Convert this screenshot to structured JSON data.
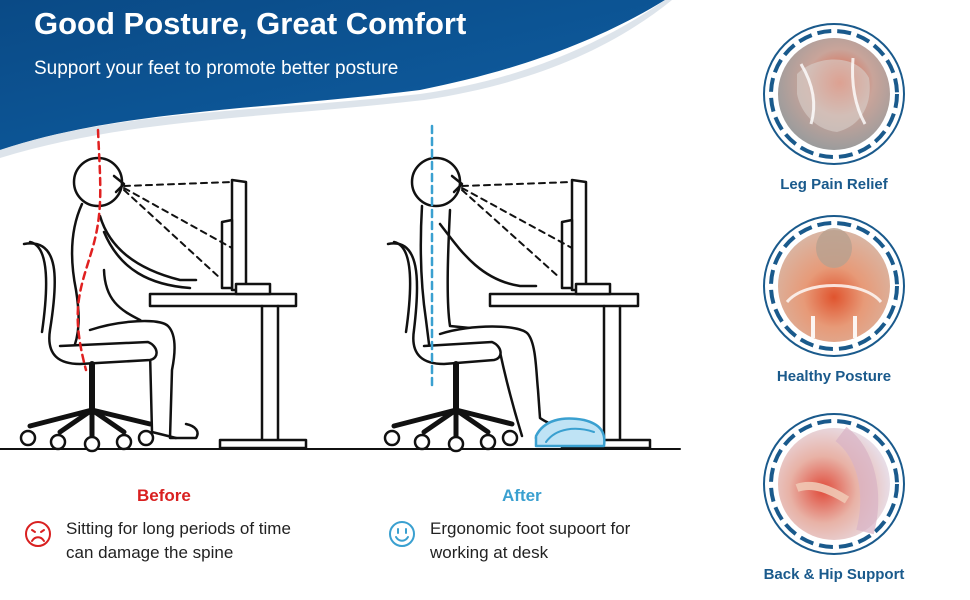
{
  "header": {
    "title": "Good Posture, Great Comfort",
    "subtitle": "Support your feet to promote better posture"
  },
  "comparison": {
    "before": {
      "label": "Before",
      "line1": "Sitting for long periods of time",
      "line2": "can damage the spine",
      "color": "#d92020",
      "icon": "sad-face-icon"
    },
    "after": {
      "label": "After",
      "line1": "Ergonomic foot supoort for",
      "line2": "working at desk",
      "color": "#3aa0d0",
      "icon": "happy-face-icon"
    }
  },
  "benefits": [
    {
      "label": "Leg Pain Relief",
      "icon": "leg-knee-icon"
    },
    {
      "label": "Healthy Posture",
      "icon": "neck-shoulder-icon"
    },
    {
      "label": "Back & Hip Support",
      "icon": "hip-icon"
    }
  ],
  "colors": {
    "header_blue": "#0d4f8b",
    "accent_blue": "#1a5a8c",
    "before_red": "#d92020",
    "after_blue": "#3aa0d0",
    "footrest_blue": "#bfe3f5"
  }
}
